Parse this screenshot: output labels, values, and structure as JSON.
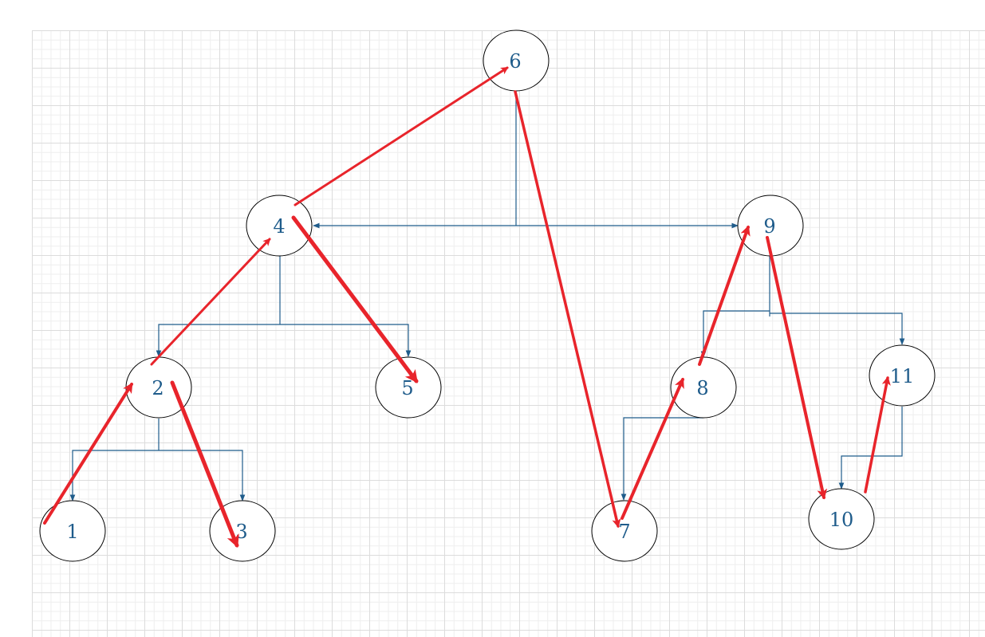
{
  "colors": {
    "node_text": "#1f5c8b",
    "connector": "#1f5c8b",
    "traversal": "#e8242b",
    "node_stroke": "#000000"
  },
  "nodes": [
    {
      "id": "n1",
      "label": "1"
    },
    {
      "id": "n2",
      "label": "2"
    },
    {
      "id": "n3",
      "label": "3"
    },
    {
      "id": "n4",
      "label": "4"
    },
    {
      "id": "n5",
      "label": "5"
    },
    {
      "id": "n6",
      "label": "6"
    },
    {
      "id": "n7",
      "label": "7"
    },
    {
      "id": "n8",
      "label": "8"
    },
    {
      "id": "n9",
      "label": "9"
    },
    {
      "id": "n10",
      "label": "10"
    },
    {
      "id": "n11",
      "label": "11"
    }
  ],
  "tree_edges": [
    {
      "parent": "6",
      "child": "4"
    },
    {
      "parent": "6",
      "child": "9"
    },
    {
      "parent": "4",
      "child": "2"
    },
    {
      "parent": "4",
      "child": "5"
    },
    {
      "parent": "2",
      "child": "1"
    },
    {
      "parent": "2",
      "child": "3"
    },
    {
      "parent": "9",
      "child": "8"
    },
    {
      "parent": "9",
      "child": "11"
    },
    {
      "parent": "8",
      "child": "7"
    },
    {
      "parent": "11",
      "child": "10"
    }
  ],
  "traversal_order": [
    "1",
    "2",
    "3",
    "4",
    "5",
    "6",
    "7",
    "8",
    "9",
    "10",
    "11"
  ]
}
